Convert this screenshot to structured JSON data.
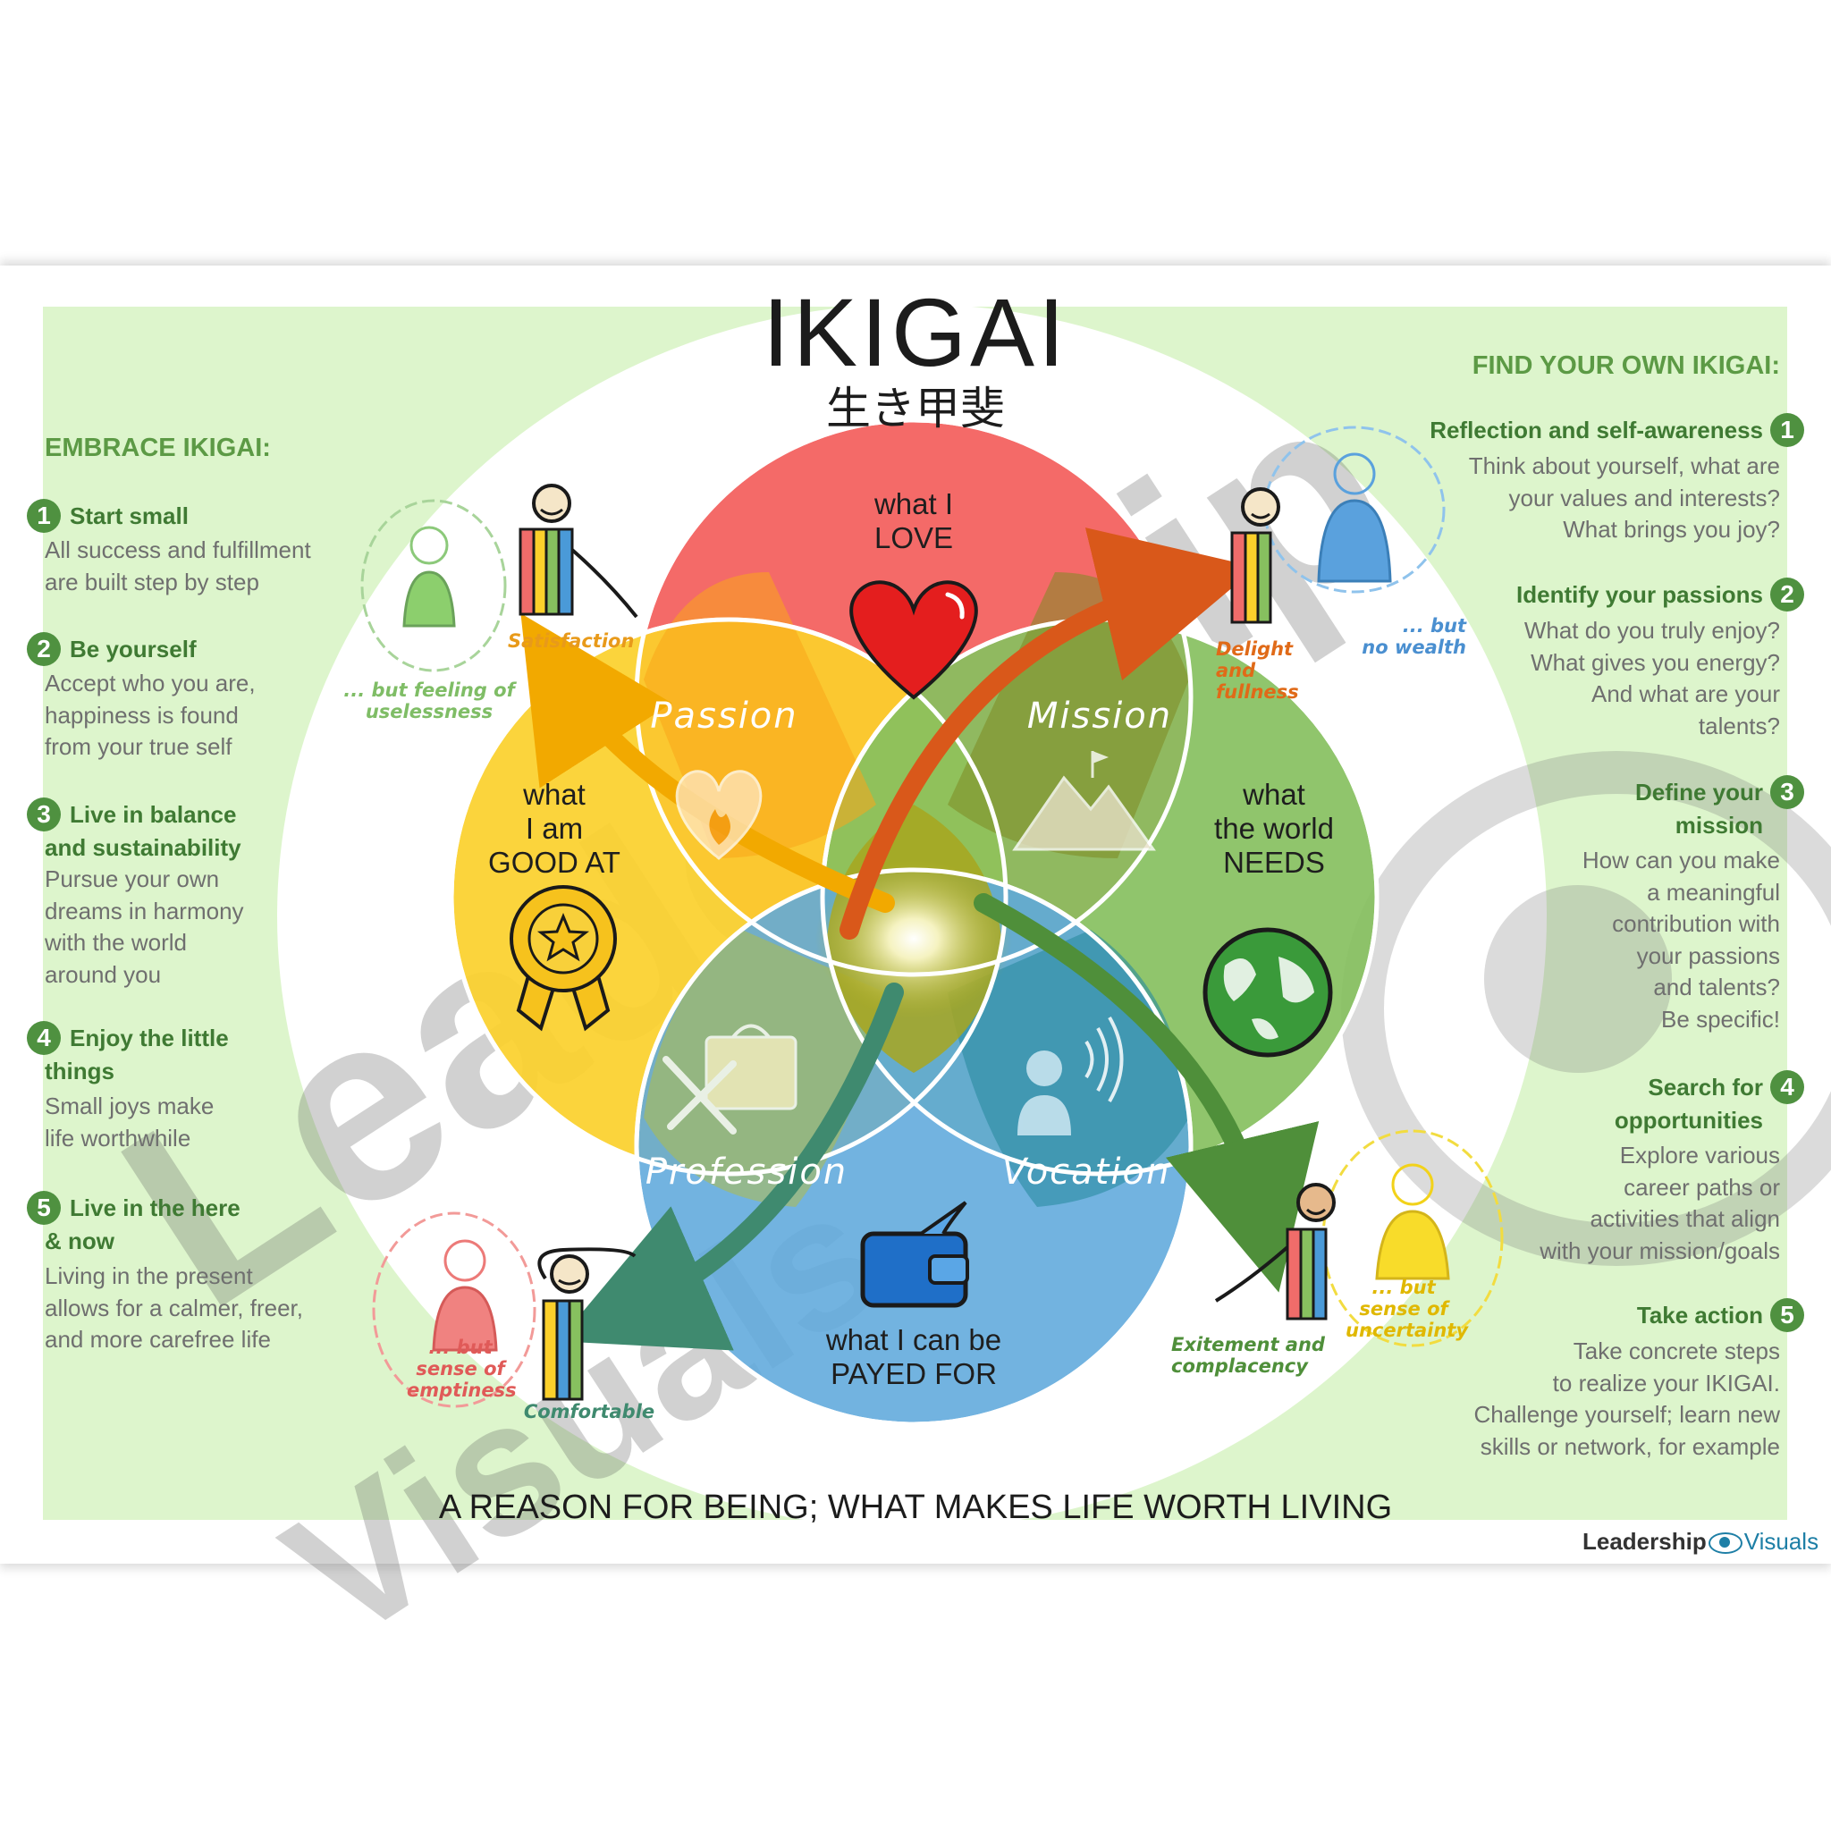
{
  "title": "IKIGAI",
  "subtitle_japanese": "生き甲斐",
  "tagline": "A REASON FOR BEING; WHAT MAKES LIFE WORTH LIVING",
  "brand": {
    "part1": "Leadership",
    "part2": "Visuals"
  },
  "watermark": {
    "line1": "Leadership",
    "line2": "Visuals"
  },
  "colors": {
    "love": "#f46a68",
    "good_at": "#fbd02b",
    "world_needs": "#87c05f",
    "paid_for": "#5fa8dc",
    "panel_green": "#ddf5cc",
    "heading_green": "#5c9a45"
  },
  "circles": {
    "love": {
      "line1": "what I",
      "line2": "LOVE",
      "icon": "heart-icon"
    },
    "good_at": {
      "line1": "what",
      "line2": "I am",
      "line3": "GOOD AT",
      "icon": "medal-icon"
    },
    "world_needs": {
      "line1": "what",
      "line2": "the world",
      "line3": "NEEDS",
      "icon": "globe-icon"
    },
    "paid_for": {
      "line1": "what I can be",
      "line2": "PAYED FOR",
      "icon": "wallet-icon"
    }
  },
  "intersections": {
    "passion": {
      "label": "Passion",
      "icon": "heart-flame-icon"
    },
    "mission": {
      "label": "Mission",
      "icon": "mountain-flag-icon"
    },
    "profession": {
      "label": "Profession",
      "icon": "toolbox-icon"
    },
    "vocation": {
      "label": "Vocation",
      "icon": "person-broadcast-icon"
    }
  },
  "sketches": {
    "top_left": {
      "main": "Satisfaction",
      "but_line1": "... but feeling of",
      "but_line2": "uselessness"
    },
    "top_right": {
      "main_line1": "Delight",
      "main_line2": "and fullness",
      "but_line1": "... but",
      "but_line2": "no wealth"
    },
    "bottom_left": {
      "main": "Comfortable",
      "but_line1": "... but",
      "but_line2": "sense of",
      "but_line3": "emptiness"
    },
    "bottom_right": {
      "main_line1": "Exitement and",
      "main_line2": "complacency",
      "but_line1": "... but",
      "but_line2": "sense of",
      "but_line3": "uncertainty"
    }
  },
  "left_panel": {
    "heading": "EMBRACE IKIGAI:",
    "items": [
      {
        "num": "1",
        "title_line1": "Start small",
        "title_line2": "",
        "text": [
          "All success and fulfillment",
          "are built step by step"
        ]
      },
      {
        "num": "2",
        "title_line1": "Be yourself",
        "title_line2": "",
        "text": [
          "Accept who you are,",
          "happiness is found",
          "from your true self"
        ]
      },
      {
        "num": "3",
        "title_line1": "Live in balance",
        "title_line2": "and sustainability",
        "text": [
          "Pursue your own",
          "dreams in harmony",
          "with the world",
          "around you"
        ]
      },
      {
        "num": "4",
        "title_line1": "Enjoy the little",
        "title_line2": "things",
        "text": [
          "Small joys make",
          "life worthwhile"
        ]
      },
      {
        "num": "5",
        "title_line1": "Live in the here",
        "title_line2": "& now",
        "text": [
          "Living in the present",
          "allows for a calmer, freer,",
          "and more carefree life"
        ]
      }
    ]
  },
  "right_panel": {
    "heading": "FIND YOUR OWN IKIGAI:",
    "items": [
      {
        "num": "1",
        "title_line1": "Reflection and self-awareness",
        "title_line2": "",
        "text": [
          "Think about yourself, what are",
          "your values and interests?",
          "What brings you joy?"
        ]
      },
      {
        "num": "2",
        "title_line1": "Identify your passions",
        "title_line2": "",
        "text": [
          "What do you truly enjoy?",
          "What gives you energy?",
          "And what are your",
          "talents?"
        ]
      },
      {
        "num": "3",
        "title_line1": "Define your",
        "title_line2": "mission",
        "text": [
          "How can you make",
          "a meaningful",
          "contribution with",
          "your passions",
          "and talents?",
          "Be specific!"
        ]
      },
      {
        "num": "4",
        "title_line1": "Search for",
        "title_line2": "opportunities",
        "text": [
          "Explore various",
          "career paths or",
          "activities that align",
          "with your mission/goals"
        ]
      },
      {
        "num": "5",
        "title_line1": "Take action",
        "title_line2": "",
        "text": [
          "Take concrete steps",
          "to realize your IKIGAI.",
          "Challenge yourself; learn new",
          "skills or network, for example"
        ]
      }
    ]
  }
}
